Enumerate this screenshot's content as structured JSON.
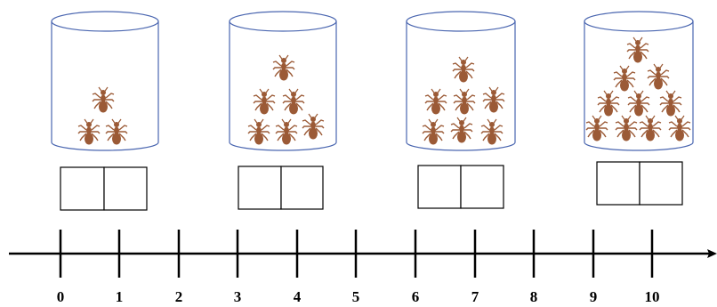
{
  "jars": [
    {
      "ant_count": 3,
      "answer_box": {
        "tens": "",
        "ones": ""
      }
    },
    {
      "ant_count": 6,
      "answer_box": {
        "tens": "",
        "ones": ""
      }
    },
    {
      "ant_count": 7,
      "answer_box": {
        "tens": "",
        "ones": ""
      }
    },
    {
      "ant_count": 10,
      "answer_box": {
        "tens": "",
        "ones": ""
      }
    }
  ],
  "number_line": {
    "ticks": [
      "0",
      "1",
      "2",
      "3",
      "4",
      "5",
      "6",
      "7",
      "8",
      "9",
      "10"
    ]
  },
  "colors": {
    "jar_outline": "#4a66b0",
    "ant": "#9b5a36",
    "box_outline": "#000000",
    "line": "#000000"
  },
  "icons": {
    "ant": "ant-icon"
  }
}
